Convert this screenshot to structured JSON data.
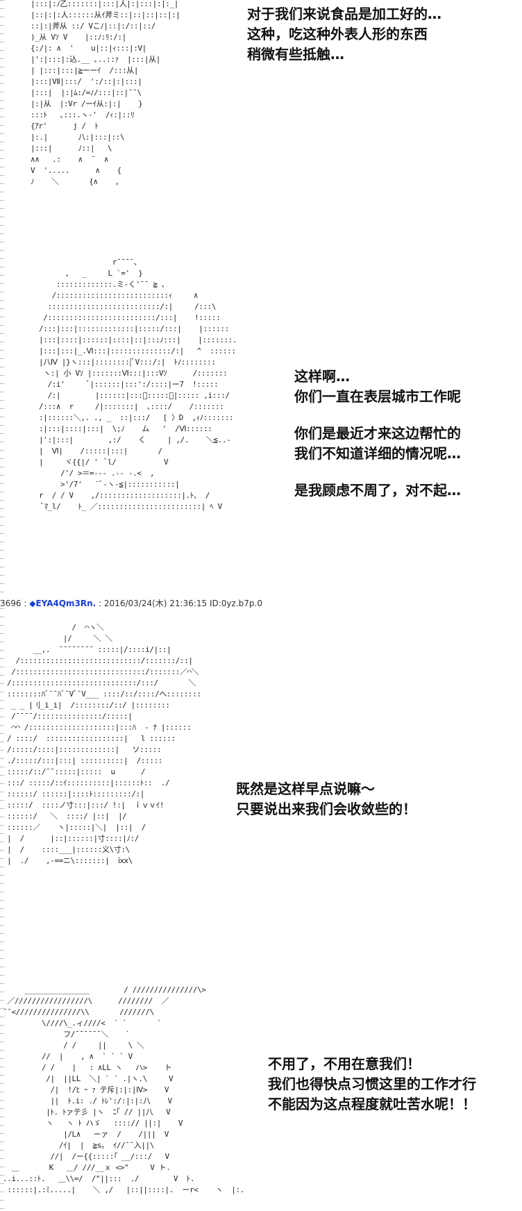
{
  "panels": [
    {
      "ascii_art": "|:::|:ﾉ乙:::::::|:::|人|:|:::|:|:_|\n|::|:|:人::::::从ｲ斧ミ::|::|::|::|:|\n::|:|斧从 ::/ Vこﾉ|::|:/::|::/\n)_从 Vｿ V    |::ﾉ:ﾘ:/:|\n{:/|: ∧  '    u|::|ｨ:::|:V|\n|':|:::|:込.__ ､..::ｧ  |:::|从|\n| |:::|:::|≧ーーｲ  /:::从|\n|:::|VⅡ|:::/  ':/::|:|:::|\n|:::|  |:|ﾑ:/=ﾉ/:::|::|¯¯\\\n|:|从  |:Vr /ーｲ从:|:|    }\n:::ﾄ   ､:::.ヽ-'  /ｨ:|::ﾘ\n{ｱr'      j /  ﾄ\n|:.|       八:|:::|::\\\n|:::|      ﾉ::|   \\\n∧∧   .:    ∧  ¨  ∧\nV  '.....      ∧    {\nﾉ    ＼       {∧    ,",
      "lines": [
        "对于我们来说食品是加工好的…",
        "这种，吃这种外表人形的东西",
        "稍微有些抵触…"
      ]
    },
    {
      "ascii_art": "                 r¯¯¯¯､\n      ,   _     L `='  }\n    :::::::::::::.ミ-く'¯¯ ≧ ､\n   /::::::::::::::::::::::::::ｨ     ∧\n  ::::::::::::::::::::::::::/:|     /:::\\\n /:::::::::::::::::::::::::/:::|    !:::::\n/:::|:::|:::::::::::::|:::::/:::|    |::::::\n|:::|::::|::::::|::::|::|:::ﾉ:::|    |:::::::.\n|:::|:::|_.Ⅵ:::|::::::::::::::/:|   ^  ::::::\n|八Ⅳ |}ヽ:::|::::::::|ﾞV:::/:|  ﾄﾉ::::::::\n ヽ:| 小 Vｿ |:::::::Ⅵ:::|:::Vｿ      /:::::::\n  /:i'     ﾞ|::::::|:::':/::::|ー7  !:::::\n  /:|        |::::::|:::ﾞ:::::ﾞ|::::: ,i:::/\n/:::∧  r     /|:::::::|  ､::::/    /:::::::\n:|::::::＼,. ., _  ::|:::/   [ 〉D  ,ｨﾉ:::::::\n:|:::|::::|:::|  \\;ﾉ    ム   '  /Ⅵ::::::\n|':|:::|        ,:/    く     | ,/.    ＼≦..-\n|  Ⅵ|    /:::::|:::|       /\n|     ヾ{{|/ '  ﾞl/           V\n     /'/ >＝=--- .-- -.<  ,\n     >'/7'   ¨ﾞ-ヽ-≦|:::::::::::|\nr  / / V    ,/:::::::::::::::::::|.ﾄ、 /\n ﾞﾏ_l/    ﾄ_ ／::::::::::::::::::::::::| ﾍ V",
      "lines": [
        "这样啊…",
        "你们一直在表层城市工作呢",
        "",
        "你们是最近才来这边帮忙的",
        "我们不知道详细的情况呢…",
        "",
        "是我顾虑不周了，对不起…"
      ]
    },
    {
      "ascii_art": "               /  ⌒ヽ＼\n             |/     ＼ ＼\n      __,.  ¯¯¯¯¯¯¯¯ :::::|/::::i/|::|\n  /::::::::::::::::::::::::::::/:::::::/::|\n /::::::::::::::::::::::::::::::/:::::::／⌒＼\n/:::::::::::::::::::::::::::::/:::/       ＼\n::::::::ﾊﾞ¯¯ﾊﾞ¯Vﾞ¯V___ ::::/::/::::/ヘ::::::::\n _ _ |刂_i_i|  /::::::::/::/ |::::::::\n /¯¯¯¯/:::::::::::::::/:::::|\n ⌒⌒ /::::::::::::::::::::|:::ﾊ  - ﾅ |::::::\n/ ::::/  ::::::::::::::::::|   l ::::::\n/:::::/::::|:::::::::::::|   ソ:::::\n./:::::/:::|:::| ::::::::::|  /:::::\n:::::/::/¯¯:::::|:::::  u      /\n:::/ :::::/::ｲ::::::::::|::::::ﾄ::  ./\n::::::/ ::::::|::::ﾄ:::::::::/:|\n:::::/  ::::ノ寸:::|:::/ !:|  ｉｖｖｲ!\n::::::/   ＼  ::::/ |::|  |/\n::::::／    ヽ|:::::|＼|  |::|  /\n|  /      |::|::::::|寸::::|ﾉ:/\n|  /    ::::___|::::::义\\寸:\\\n|  ./    ,-==ニ\\:::::::|  ⅸⅹ\\",
      "lines": [
        "既然是这样早点说嘛～",
        "只要说出来我们会收敛些的！"
      ]
    },
    {
      "ascii_art": "     _______________        / ///////////////\\>\n ／/////////////////\\      ////////  ／\n¯¯<///////////////\\\\       ///////\\\n         \\////\\_.ィ////<  ` `       `\n              フ/¯¯¯¯¯¯＼    `\n              / /     ||     \\ ＼\n         //  |    , ∧  ` ` ` V\n         / /    |   : ∧LL ヽ   ハ>    ト\n          /|  ||LL  ＼| ` ` .|ヽ.\\     V\n           /|  !/ﾋ ｰ ｧ テ斥|:|:|Ⅳ>    V\n           ||  ﾄ.i: ./ ﾄﾚ':/:|:|:八    V\n          |ﾄ. ﾄァテ彡 |ヽ  ﾆ｢ // ||八   V\n          ヽ   ヽ ﾄ ハゞ   ::::// ||:|    V\n              |/L∧   ーァ  /    /|||  V\n             /ｲ|  |  ≧s。 ｲ//¯¯入||\\\n           //|  /ー{{:::::｢ __/:::/   V\n  ＿       K   ＿/ ///__ｘ <>\"     V ト.\n..i...::ﾄ.   ＿\\\\=/  /\"||:::  ./        V  ﾄ.\n ::::::|.:ﾐ.....|    ＼ ,/   |::||::::|.  ーr<    ヽ  |:.",
      "lines": [
        "不用了，不用在意我们！",
        "我们也得快点习惯这里的工作才行",
        "不能因为这点程度就吐苦水呢！！"
      ]
    }
  ],
  "post_header": {
    "number": "3696 :",
    "name": "◆EYA4Qm3Rn.",
    "date_text": ": 2016/03/24(木) 21:36:15 ID:0yz.b7p.0"
  }
}
